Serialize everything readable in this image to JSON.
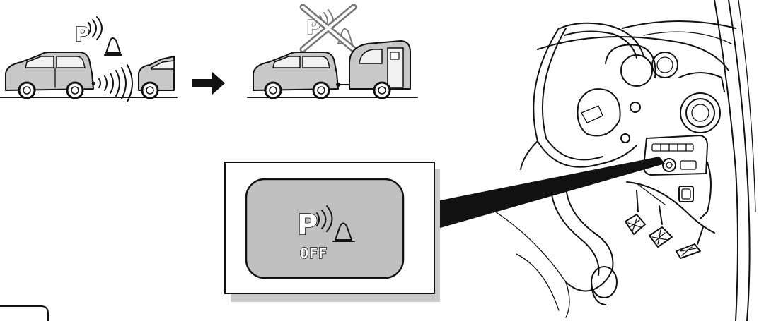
{
  "sensor_symbol": {
    "letter": "P",
    "description_icon": "parking-sensor-icon"
  },
  "switch_panel": {
    "letter": "P",
    "off_label": "OFF"
  },
  "colors": {
    "switch_fill": "#c0c0c0",
    "callout_shadow": "#c8c8c8",
    "car_body": "#c8c8c8",
    "line": "#111111"
  }
}
